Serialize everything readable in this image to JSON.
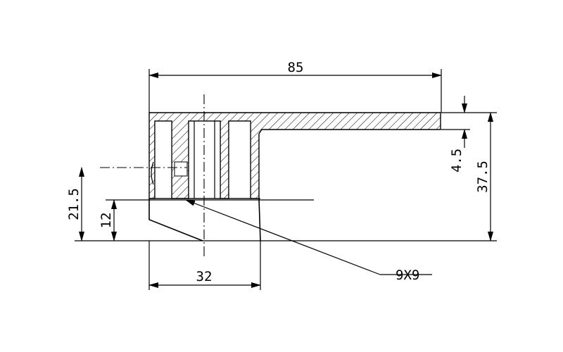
{
  "drawing": {
    "dimensions": {
      "overall_length": "85",
      "blade_thickness": "4.5",
      "overall_height": "37.5",
      "hole_height": "21.5",
      "inner_height": "12",
      "base_width": "32"
    },
    "callout": "9X9"
  }
}
